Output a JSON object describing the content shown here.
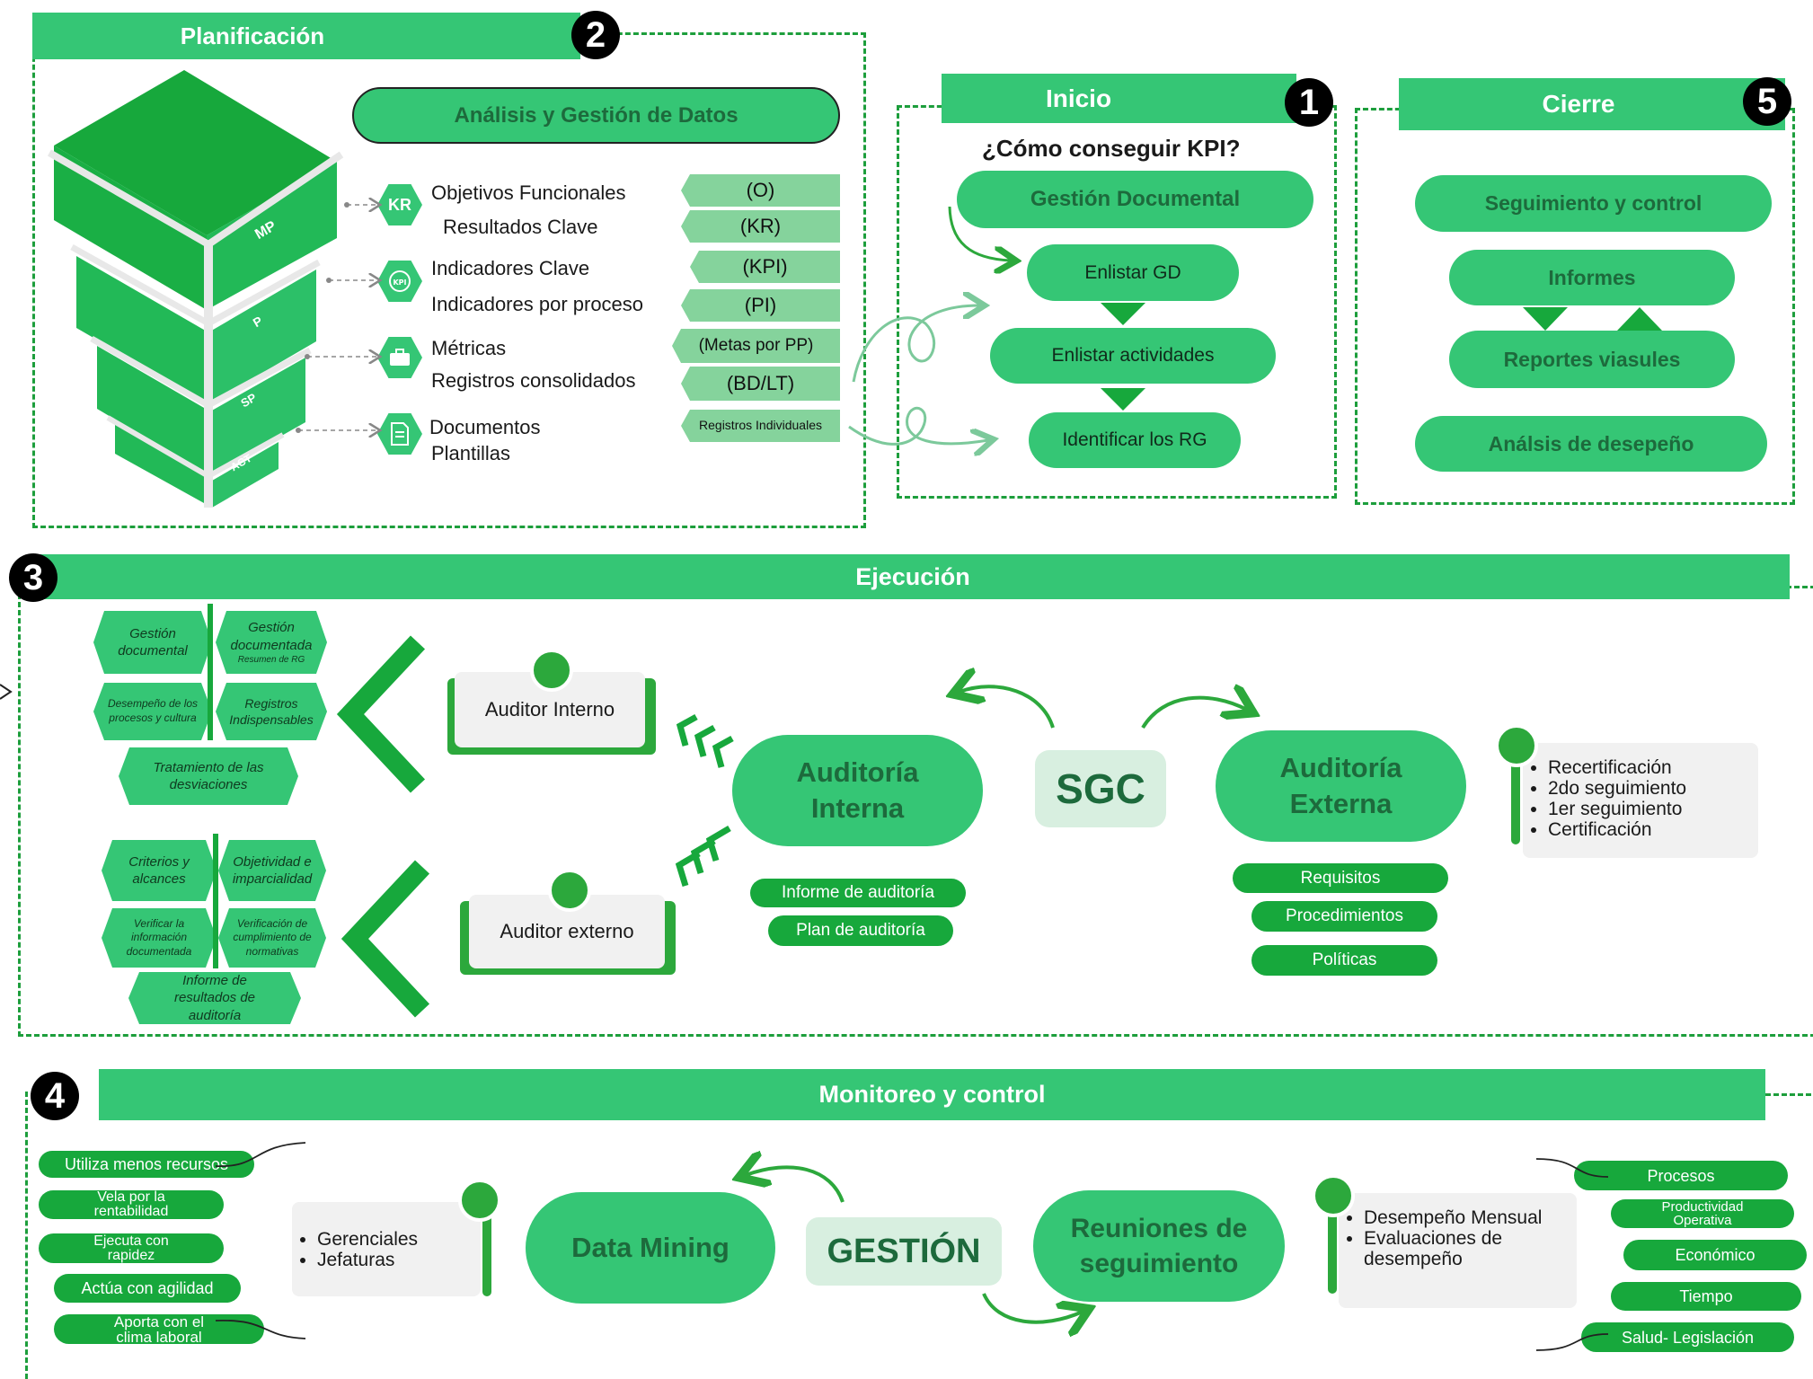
{
  "planificacion": {
    "title": "Planificación",
    "number": "2",
    "pyramid_labels": [
      "MP",
      "P",
      "SP",
      "ACT"
    ],
    "analysis_title": "Análisis y Gestión de Datos",
    "rows": [
      {
        "icon": "kr-icon",
        "icon_text": "KR",
        "label1": "Objetivos Funcionales",
        "label2": "Resultados Clave",
        "tag1": "(O)",
        "tag2": "(KR)"
      },
      {
        "icon": "kpi-icon",
        "icon_text": "KPI",
        "label1": "Indicadores Clave",
        "label2": "Indicadores por proceso",
        "tag1": "(KPI)",
        "tag2": "(PI)"
      },
      {
        "icon": "briefcase-icon",
        "label1": "Métricas",
        "label2": "Registros consolidados",
        "tag1": "(Metas por PP)",
        "tag2": "(BD/LT)"
      },
      {
        "icon": "document-icon",
        "label1": "Documentos",
        "label2": "Plantillas",
        "tag1": "Registros Individuales"
      }
    ]
  },
  "inicio": {
    "title": "Inicio",
    "number": "1",
    "question": "¿Cómo conseguir KPI?",
    "gestion": "Gestión Documental",
    "steps": [
      "Enlistar GD",
      "Enlistar actividades",
      "Identificar los RG"
    ]
  },
  "cierre": {
    "title": "Cierre",
    "number": "5",
    "items": [
      "Seguimiento y control",
      "Informes",
      "Reportes viasules",
      "Análsis de desepeño"
    ]
  },
  "ejecucion": {
    "title": "Ejecución",
    "number": "3",
    "interno_hex": [
      "Gestión documental",
      "Gestión documentada",
      "Resumen de RG",
      "Desempeño de los procesos y cultura",
      "Registros Indispensables",
      "Tratamiento de las desviaciones"
    ],
    "externo_hex": [
      "Criterios y alcances",
      "Objetividad e imparcialidad",
      "Verificar la información documentada",
      "Verificación de cumplimiento de normativas",
      "Informe de resultados de auditoría"
    ],
    "auditor_interno": "Auditor Interno",
    "auditor_externo": "Auditor externo",
    "auditoria_interna": [
      "Auditoría",
      "Interna"
    ],
    "sgc": "SGC",
    "auditoria_externa": [
      "Auditoría",
      "Externa"
    ],
    "interna_tags": [
      "Informe de auditoría",
      "Plan de auditoría"
    ],
    "externa_tags": [
      "Requisitos",
      "Procedimientos",
      "Políticas"
    ],
    "externa_list": [
      "Recertificación",
      "2do seguimiento",
      "1er seguimiento",
      "Certificación"
    ]
  },
  "monitoreo": {
    "title": "Monitoreo y control",
    "number": "4",
    "left_tags": [
      "Utiliza menos recursos",
      "Vela por la rentabilidad",
      "Ejecuta con rapidez",
      "Actúa con agilidad",
      "Aporta con el clima laboral"
    ],
    "data_mining_list": [
      "Gerenciales",
      "Jefaturas"
    ],
    "data_mining": "Data Mining",
    "gestion": "GESTIÓN",
    "reuniones": [
      "Reuniones de",
      "seguimiento"
    ],
    "reuniones_list": [
      "Desempeño Mensual",
      "Evaluaciones de desempeño"
    ],
    "right_tags": [
      "Procesos",
      "Productividad Operativa",
      "Económico",
      "Tiempo",
      "Salud- Legislación"
    ]
  }
}
